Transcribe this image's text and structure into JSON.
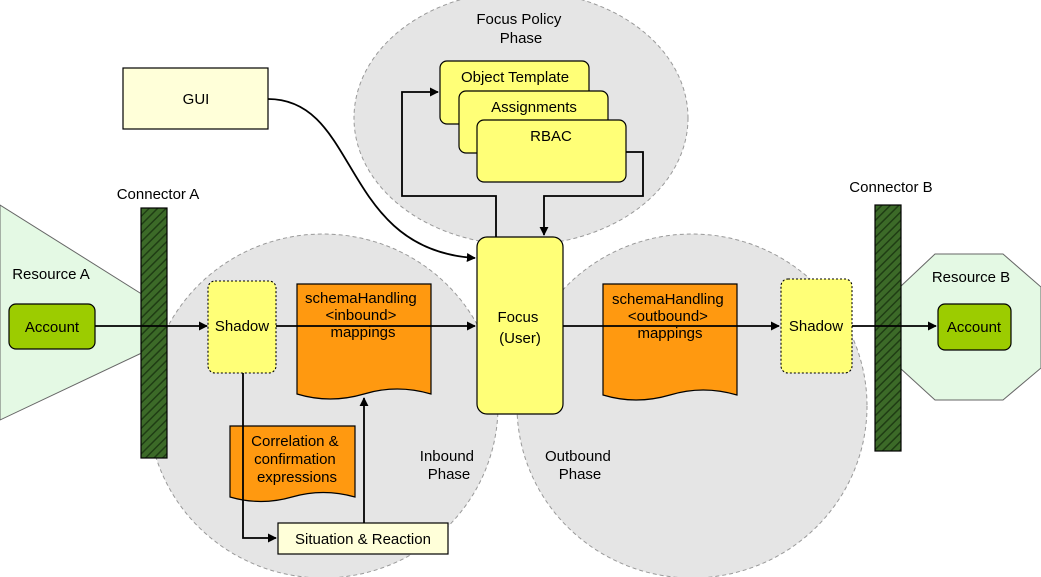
{
  "phases": {
    "focus_policy": [
      "Focus Policy",
      "Phase"
    ],
    "inbound": [
      "Inbound",
      "Phase"
    ],
    "outbound": [
      "Outbound",
      "Phase"
    ]
  },
  "policy_boxes": {
    "object_template": "Object Template",
    "assignments": "Assignments",
    "rbac": "RBAC"
  },
  "gui": "GUI",
  "focus": [
    "Focus",
    "(User)"
  ],
  "connectors": {
    "a": "Connector A",
    "b": "Connector B"
  },
  "resources": {
    "a": {
      "title": "Resource A",
      "account": "Account"
    },
    "b": {
      "title": "Resource B",
      "account": "Account"
    }
  },
  "shadow_left": "Shadow",
  "shadow_right": "Shadow",
  "inbound_mappings": [
    "schemaHandling",
    "<inbound>",
    "mappings"
  ],
  "outbound_mappings": [
    "schemaHandling",
    "<outbound>",
    "mappings"
  ],
  "correlation": [
    "Correlation &",
    "confirmation",
    "expressions"
  ],
  "situation": "Situation & Reaction",
  "colors": {
    "yellow": "#ffff77",
    "orange": "#ff9910",
    "account_green": "#9ccc00",
    "resource_green": "#e4f9e4",
    "phase_gray": "#e5e5e5",
    "connector_green": "#3c6a28"
  }
}
